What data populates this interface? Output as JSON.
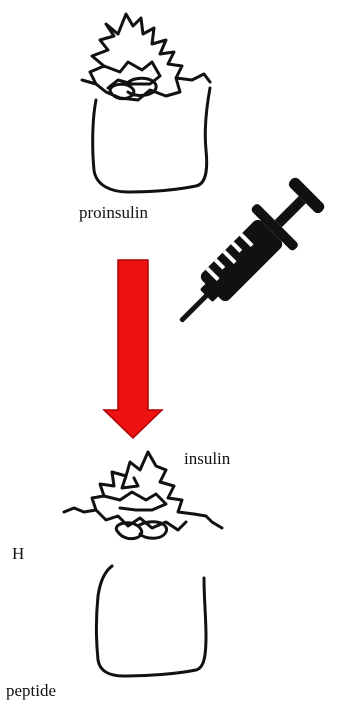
{
  "labels": {
    "proinsulin": "proinsulin",
    "insulin": "insulin",
    "h": "H",
    "peptide": "peptide"
  },
  "colors": {
    "stroke": "#111111",
    "arrow": "#ee1111",
    "arrow_outline": "#b00000",
    "syringe": "#111111"
  },
  "icons": {
    "syringe": "syringe-icon",
    "arrow": "arrow-down-icon"
  }
}
